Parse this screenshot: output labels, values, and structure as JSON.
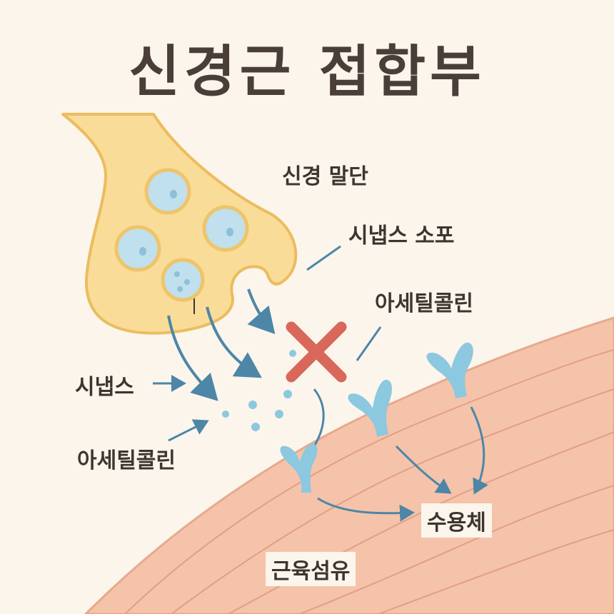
{
  "title": "신경근 접합부",
  "labels": {
    "nerve_terminal": "신경 말단",
    "synaptic_vesicle": "시냅스 소포",
    "acetylcholine_right": "아세틸콜린",
    "synapse": "시냅스",
    "acetylcholine_left": "아세틸콜린",
    "receptor": "수용체",
    "muscle_fiber": "근육섬유"
  },
  "colors": {
    "background": "#fbf5ec",
    "nerve_fill": "#f9dc98",
    "nerve_stroke": "#ecbc5e",
    "vesicle_fill": "#bfe0ec",
    "vesicle_ring": "#efc46a",
    "arrow": "#4d86a7",
    "molecule": "#8cc8df",
    "receptor": "#8cc8df",
    "muscle_fill": "#f4c3aa",
    "muscle_line": "#e39f82",
    "cross": "#d9685b",
    "text": "#3d3530"
  },
  "icons": {
    "blocked": "x-cross-icon"
  }
}
